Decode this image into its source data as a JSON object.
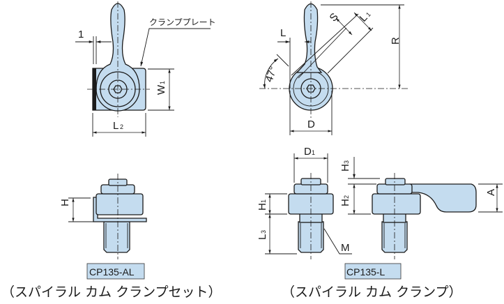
{
  "top_left_view": {
    "dim_thickness": "1",
    "plate_label": "クランププレート",
    "dim_w": "W",
    "dim_w_sub": "1",
    "dim_l": "L",
    "dim_l_sub": "2"
  },
  "top_right_view": {
    "dim_l": "L",
    "dim_s": "S",
    "dim_l1": "L",
    "dim_l1_sub": "1",
    "dim_r": "R",
    "angle": "47°",
    "dim_d": "D"
  },
  "bottom_left_view": {
    "dim_h": "H",
    "model_code": "CP135-AL",
    "caption": "（スパイラル カム クランプセット）"
  },
  "bottom_right_view": {
    "dim_d1": "D",
    "dim_d1_sub": "1",
    "dim_h1": "H",
    "dim_h1_sub": "1",
    "dim_l3": "L",
    "dim_l3_sub": "3",
    "dim_m": "M",
    "dim_h3": "H",
    "dim_h3_sub": "3",
    "dim_h2": "H",
    "dim_h2_sub": "2",
    "dim_a": "A",
    "model_code": "CP135-L",
    "caption": "（スパイラル カム クランプ）"
  },
  "colors": {
    "part_fill": "#c4dcef",
    "line": "#1a1a1a"
  }
}
